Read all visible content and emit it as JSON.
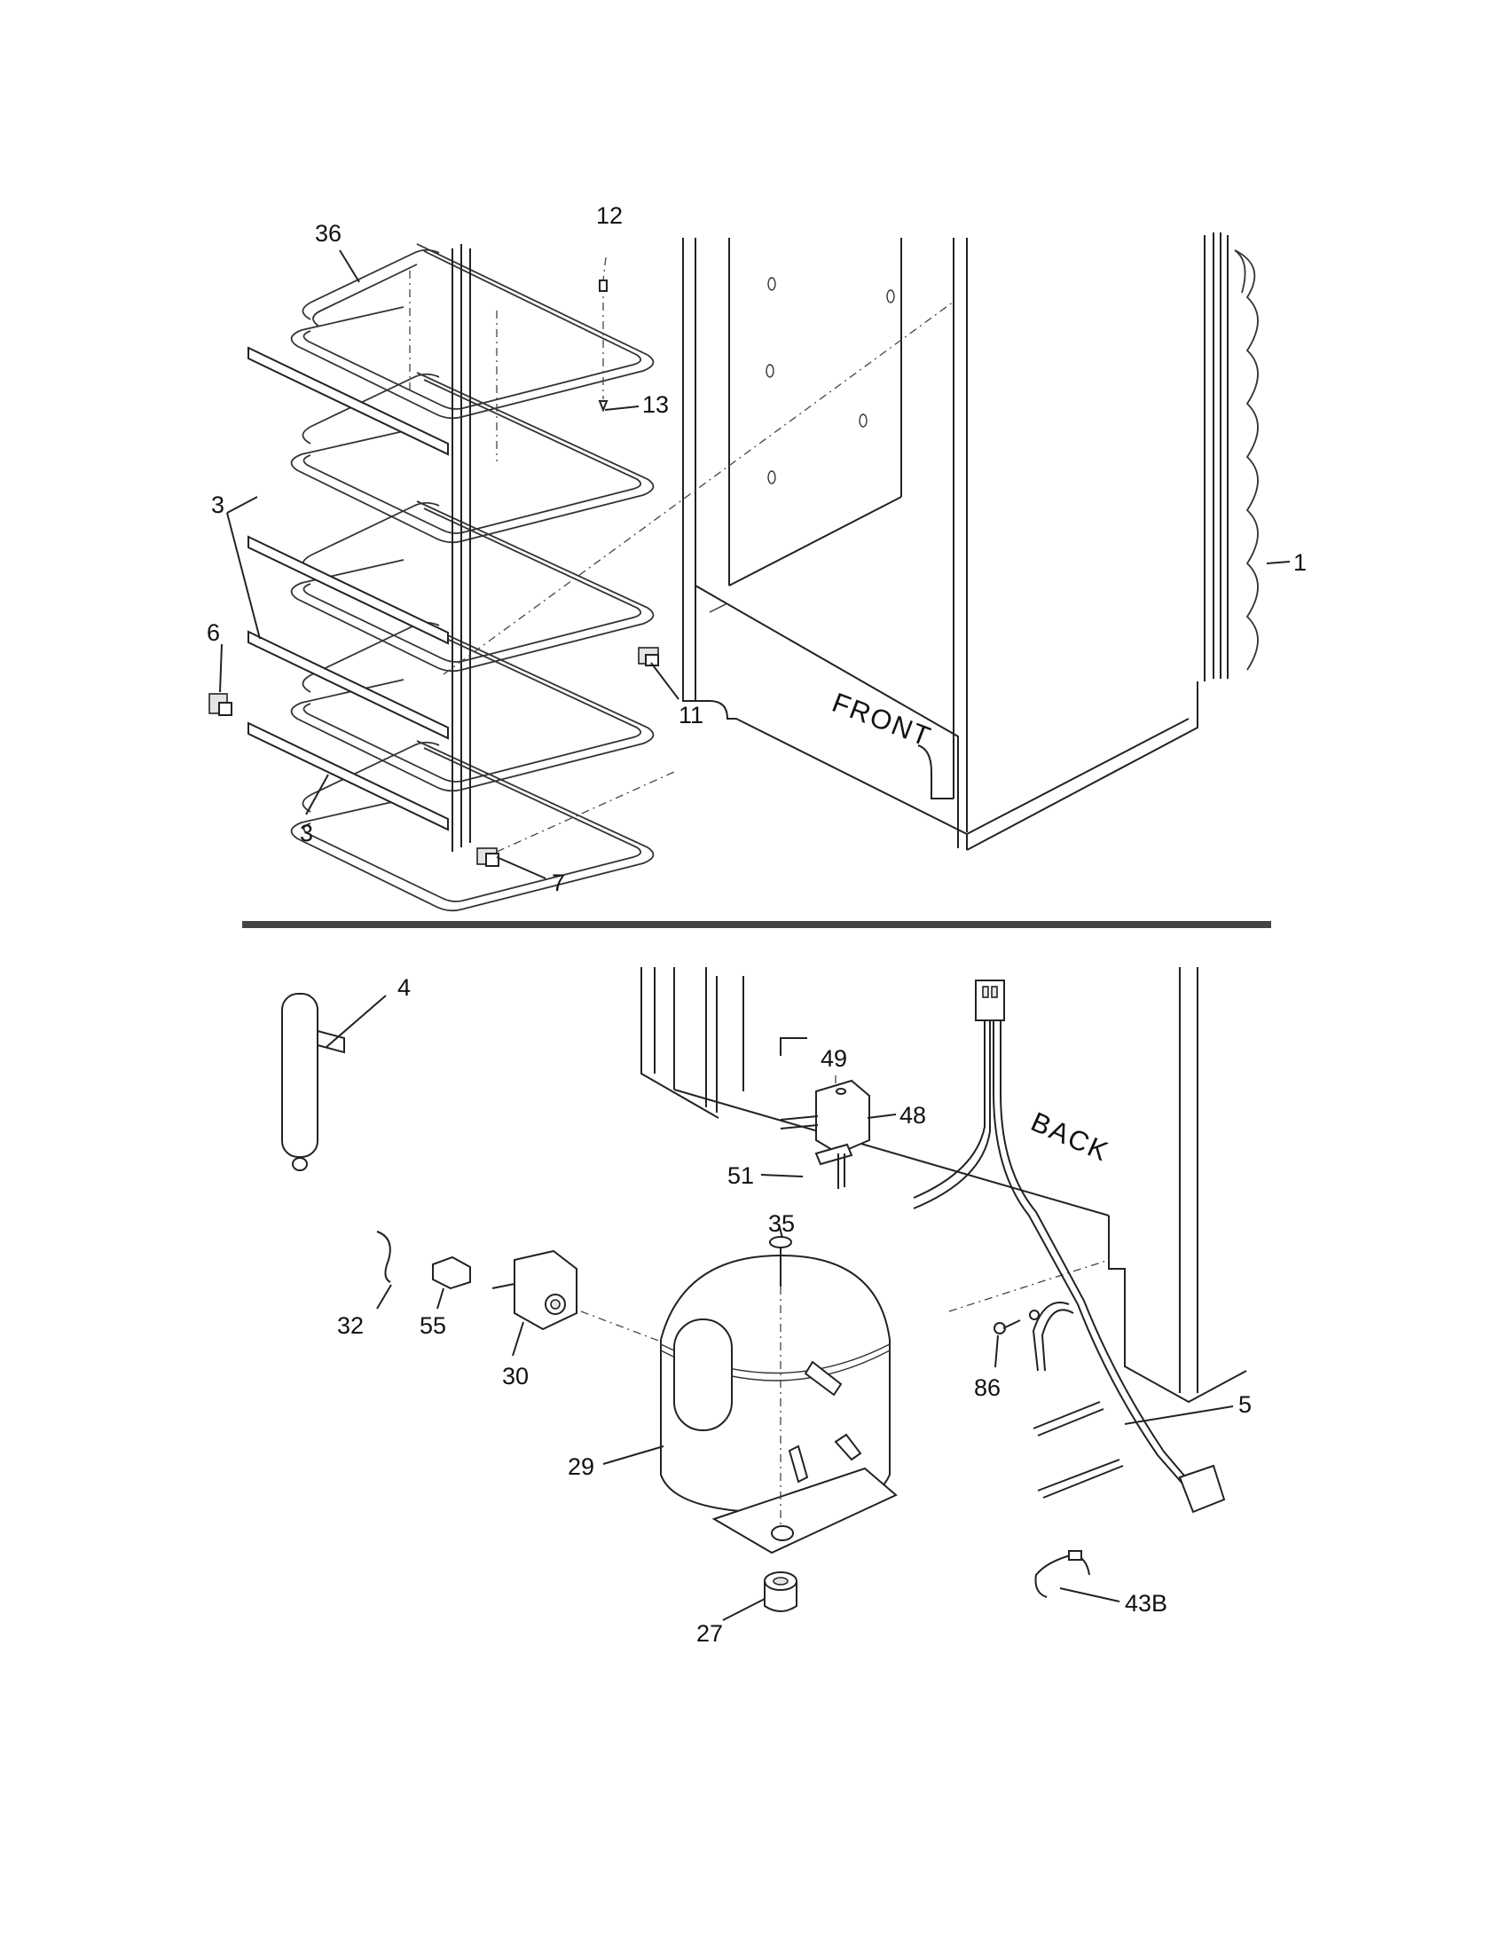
{
  "labels": {
    "p36": "36",
    "p12": "12",
    "p13": "13",
    "p3a": "3",
    "p6": "6",
    "p3b": "3",
    "p11": "11",
    "p7": "7",
    "p1": "1",
    "front": "FRONT",
    "p4": "4",
    "p49": "49",
    "p48": "48",
    "p51": "51",
    "back": "BACK",
    "p35": "35",
    "p32": "32",
    "p55": "55",
    "p30": "30",
    "p86": "86",
    "p5": "5",
    "p29": "29",
    "p27": "27",
    "p43b": "43B"
  }
}
